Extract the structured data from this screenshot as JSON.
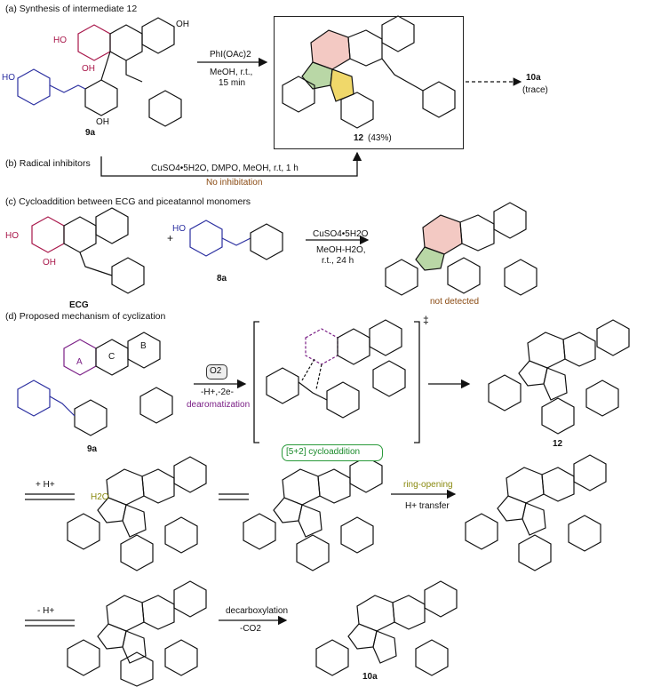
{
  "sections": {
    "a": "(a) Synthesis of intermediate 12",
    "b": "(b) Radical inhibitors",
    "c": "(c) Cycloaddition between ECG and piceatannol monomers",
    "d": "(d) Proposed mechanism of cyclization"
  },
  "a": {
    "reagent": "PhI(OAc)2",
    "conditions": [
      "MeOH, r.t.,",
      "15 min"
    ],
    "start_label": "9a",
    "product_label": "12",
    "product_yield": "(43%)",
    "side_product": "10a",
    "side_note": "(trace)"
  },
  "b": {
    "conditions": "CuSO4•5H2O, DMPO, MeOH, r.t, 1 h",
    "result": "No inhibitation"
  },
  "c": {
    "ecg_label": "ECG",
    "plus": "+",
    "monomer_label": "8a",
    "reagent": "CuSO4•5H2O",
    "conditions": [
      "MeOH-H2O,",
      "r.t., 24 h"
    ],
    "result": "not detected"
  },
  "d": {
    "start_label": "9a",
    "oxidant": "O2",
    "arrow_text": "-H+,-2e-",
    "arrow_note": "dearomatization",
    "ts_mark": "‡",
    "cycloaddition": "[5+2] cycloaddition",
    "product_label": "12",
    "step_protonation": "+ H+",
    "step_ring_opening": "ring-opening",
    "step_h_transfer": "H+ transfer",
    "step_deprotonation": "- H+",
    "step_decarboxylation": "decarboxylation",
    "step_co2": "-CO2",
    "final_label": "10a"
  },
  "ring_labels": {
    "A": "A",
    "B": "B",
    "C": "C"
  },
  "atoms": {
    "oh": "OH",
    "ho": "HO",
    "o": "O",
    "h2o": "H2O",
    "h": "H"
  },
  "colors": {
    "accent_red": "#a8174a",
    "accent_blue": "#2b2fa0",
    "purple": "#7b1f86",
    "olive": "#8a8a10",
    "green": "#2a9a3a",
    "brown": "#8a4a12",
    "ring_pink": "#f3c9c3",
    "ring_green": "#b9d7a6",
    "ring_yellow": "#f0d86a"
  }
}
